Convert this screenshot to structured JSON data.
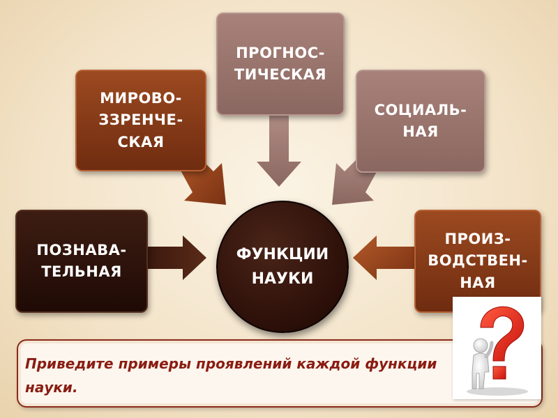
{
  "diagram": {
    "center": "ФУНКЦИИ\nНАУКИ",
    "boxes": {
      "cognitive": "ПОЗНАВА-\nТЕЛЬНАЯ",
      "worldview": "МИРОВО-\nЗЗРЕНЧЕ-\nСКАЯ",
      "prognostic": "ПРОГНОС-\nТИЧЕСКАЯ",
      "social": "СОЦИАЛЬ-\nНАЯ",
      "productive": "ПРОИЗ-\nВОДСТВЕН-\nНАЯ"
    }
  },
  "question": {
    "text": "Приведите примеры проявлений каждой функции науки."
  },
  "illustration": {
    "icon": "question-mark-figure-icon"
  },
  "colors": {
    "dark_brown": "#2b0f08",
    "rust": "#8a3a18",
    "mauve": "#9a766f",
    "question_text": "#8a1c12"
  }
}
